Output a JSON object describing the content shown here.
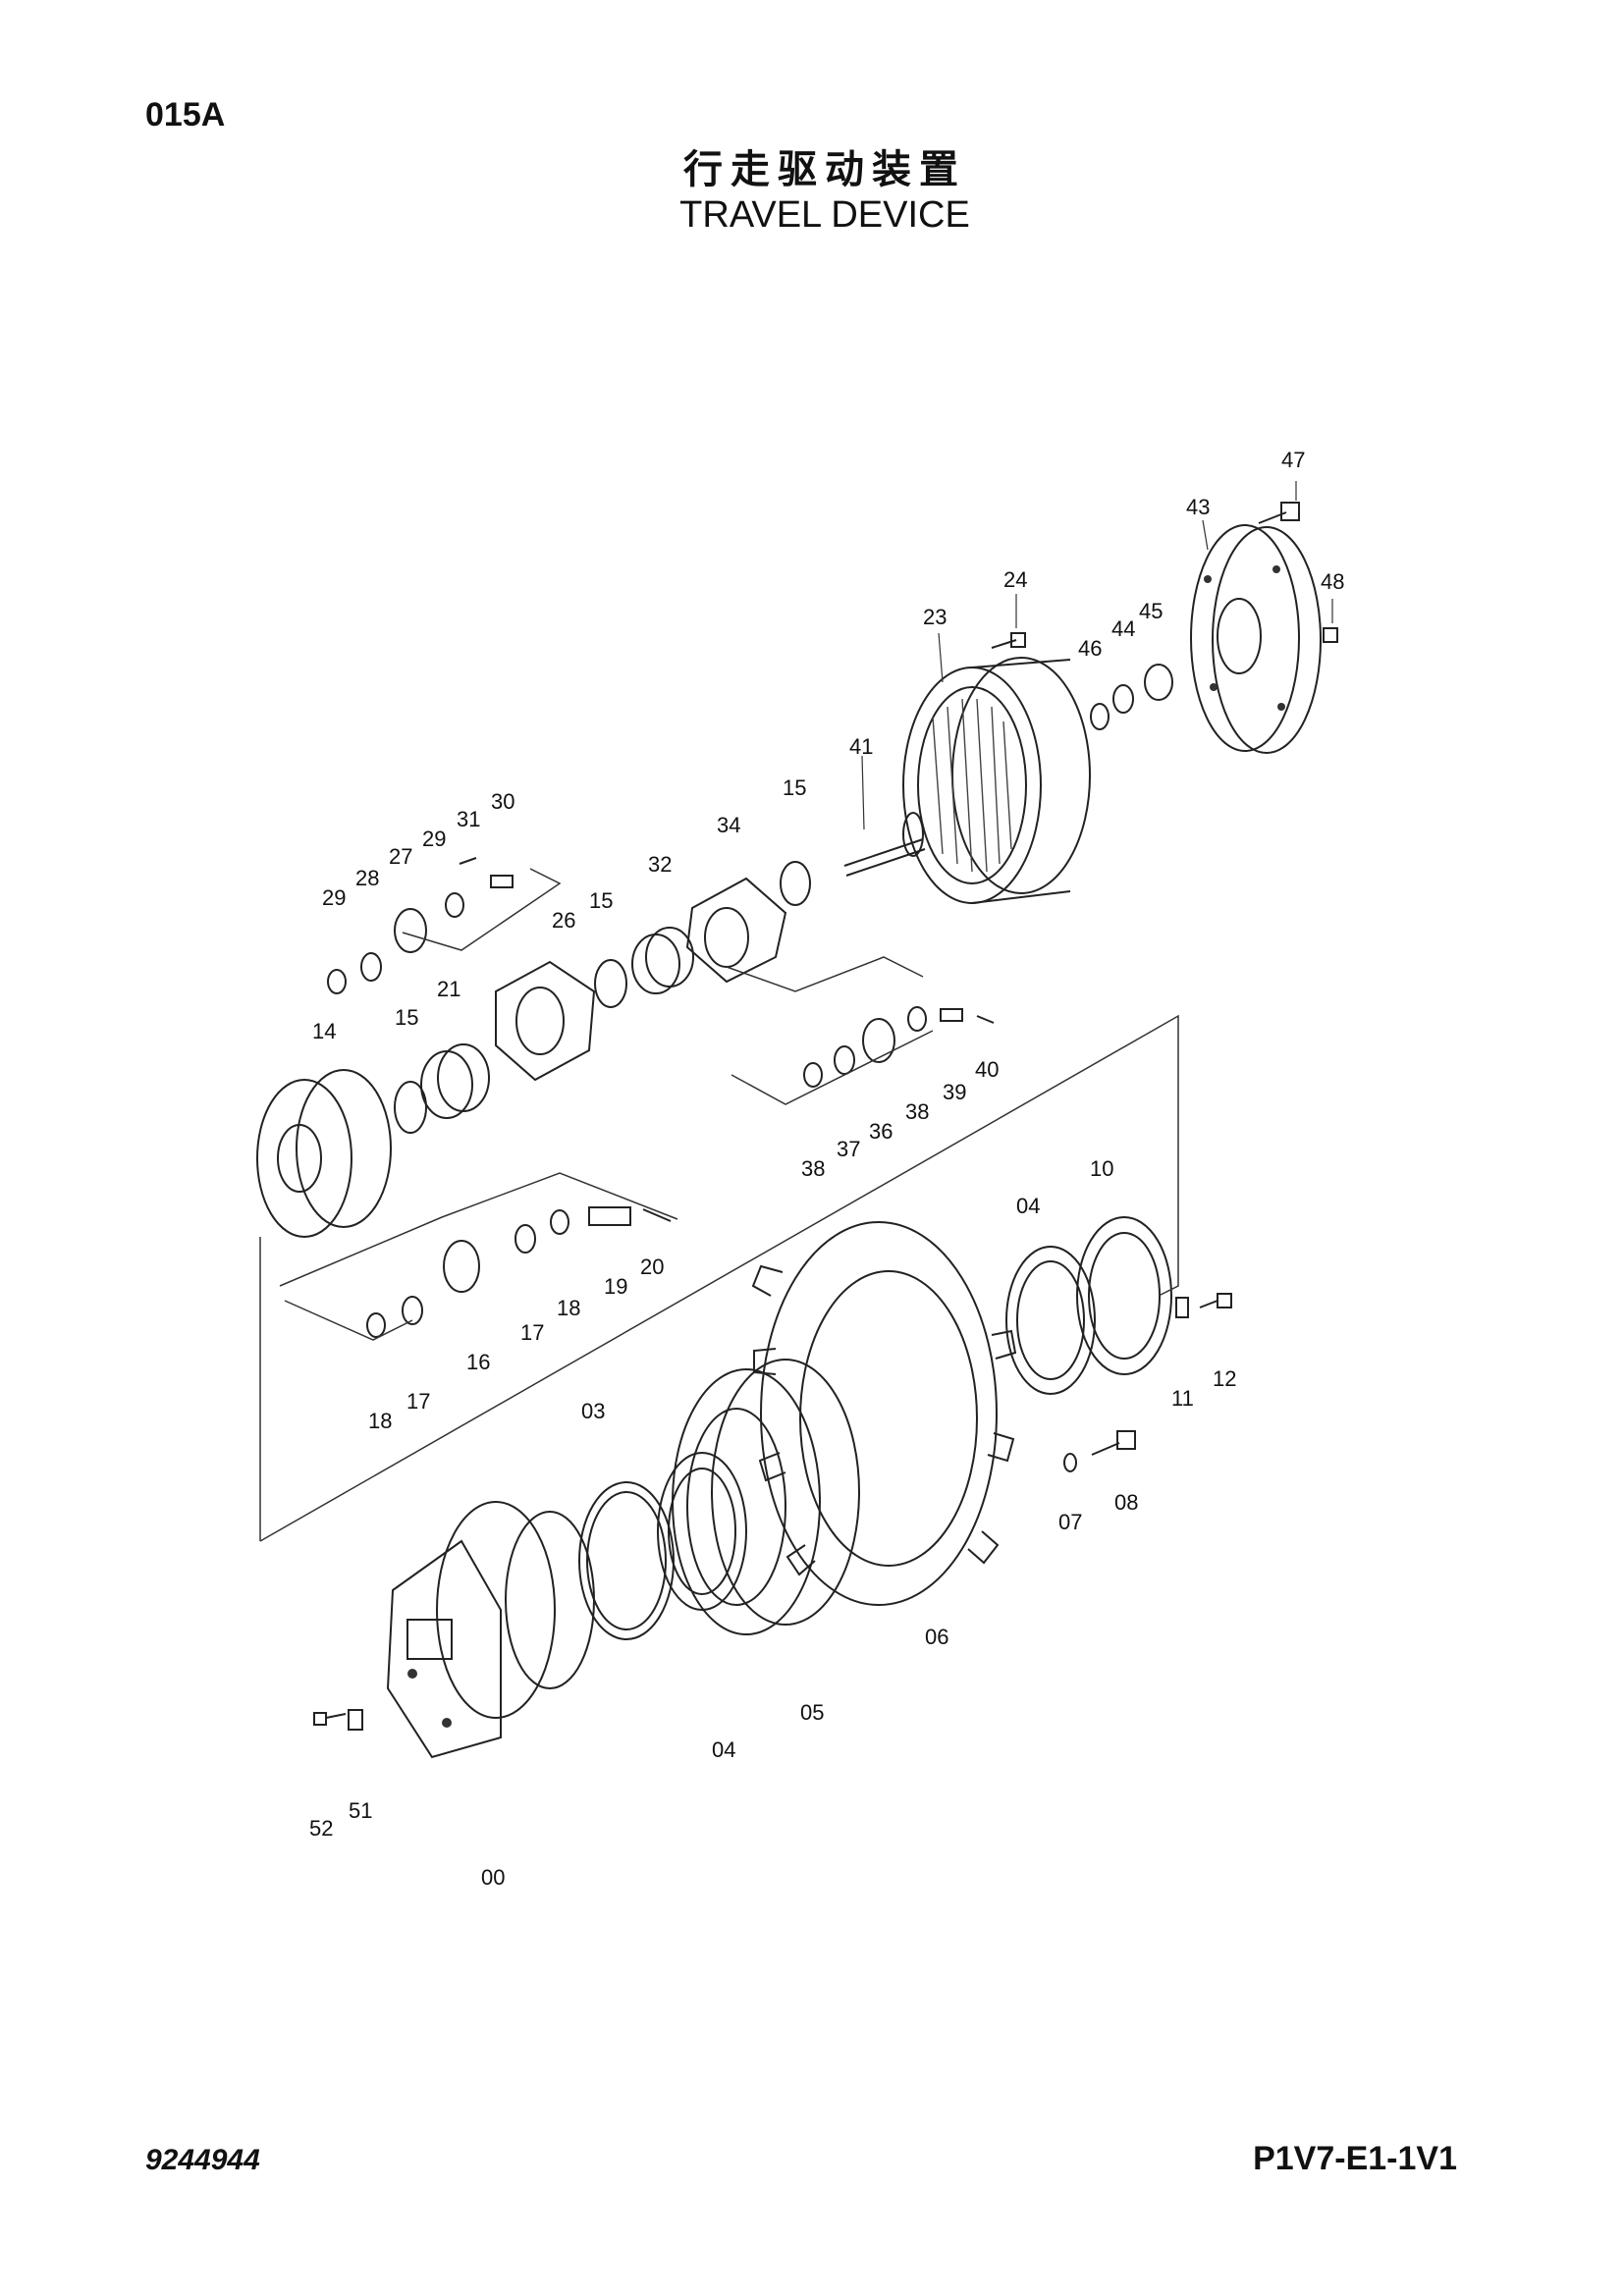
{
  "header": {
    "page_code": "015A",
    "title_cn": "行走驱动装置",
    "title_en": "TRAVEL DEVICE"
  },
  "footer": {
    "doc_number": "9244944",
    "model_code": "P1V7-E1-1V1"
  },
  "diagram": {
    "callouts": [
      "47",
      "43",
      "48",
      "24",
      "23",
      "46",
      "44",
      "45",
      "41",
      "15",
      "34",
      "32",
      "15",
      "26",
      "31",
      "30",
      "29",
      "27",
      "28",
      "29",
      "14",
      "15",
      "21",
      "40",
      "39",
      "38",
      "36",
      "37",
      "38",
      "20",
      "19",
      "18",
      "17",
      "16",
      "18",
      "17",
      "10",
      "04",
      "11",
      "12",
      "03",
      "08",
      "07",
      "06",
      "05",
      "04",
      "52",
      "51",
      "00"
    ]
  }
}
